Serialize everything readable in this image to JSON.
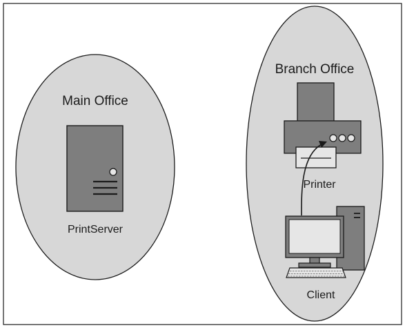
{
  "zones": {
    "main_office": {
      "title": "Main Office"
    },
    "branch_office": {
      "title": "Branch Office"
    }
  },
  "devices": {
    "print_server": {
      "label": "PrintServer",
      "icon": "server-tower-icon"
    },
    "printer": {
      "label": "Printer",
      "icon": "printer-icon"
    },
    "client": {
      "label": "Client",
      "icon": "desktop-computer-icon"
    }
  },
  "connections": [
    {
      "from": "Client",
      "to": "Printer"
    }
  ],
  "colors": {
    "zone_fill": "#d7d7d7",
    "device_dark": "#7e7e7e",
    "device_light": "#e6e6e6",
    "stroke": "#1a1a1a"
  }
}
